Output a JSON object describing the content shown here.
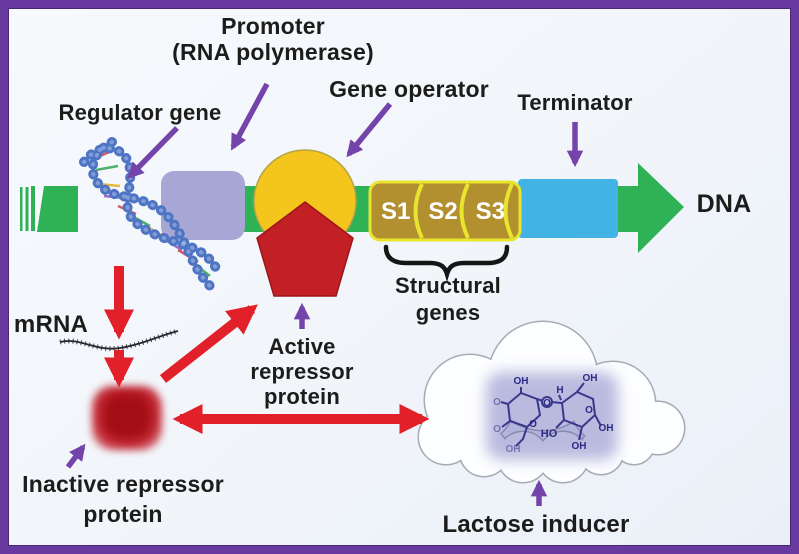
{
  "labels": {
    "promoter": {
      "line1": "Promoter",
      "line2": "(RNA polymerase)"
    },
    "regulator_gene": "Regulator gene",
    "gene_operator": "Gene operator",
    "terminator": "Terminator",
    "dna": "DNA",
    "mrna": "mRNA",
    "structural": {
      "line1": "Structural",
      "line2": "genes"
    },
    "active_repressor": {
      "line1": "Active",
      "line2": "repressor",
      "line3": "protein"
    },
    "inactive_repressor": {
      "line1": "Inactive repressor",
      "line2": "protein"
    },
    "lactose_inducer": "Lactose inducer"
  },
  "structural_genes": [
    "S1",
    "S2",
    "S3"
  ],
  "molecule_labels": [
    "OH",
    "O",
    "H",
    "OH",
    "O",
    "O",
    "HO",
    "OH",
    "OH",
    "O",
    "O",
    "OH"
  ],
  "colors": {
    "border_purple": "#68399f",
    "background": "#f1f5fa",
    "dna_green": "#2fb156",
    "promoter_lavender": "#a8a6d4",
    "operator_yellow": "#f3c51d",
    "repressor_red": "#c32026",
    "structural_gold": "#b29030",
    "divider_yellow": "#e9e52e",
    "terminator_blue": "#42b3e5",
    "arrow_red": "#e2202a",
    "arrow_purple": "#7544ab",
    "helix_blue": "#4e74c4",
    "cloud_outline": "#a7abb3",
    "molecule_ink": "#2b2b85",
    "text": "#1c1c1a"
  }
}
